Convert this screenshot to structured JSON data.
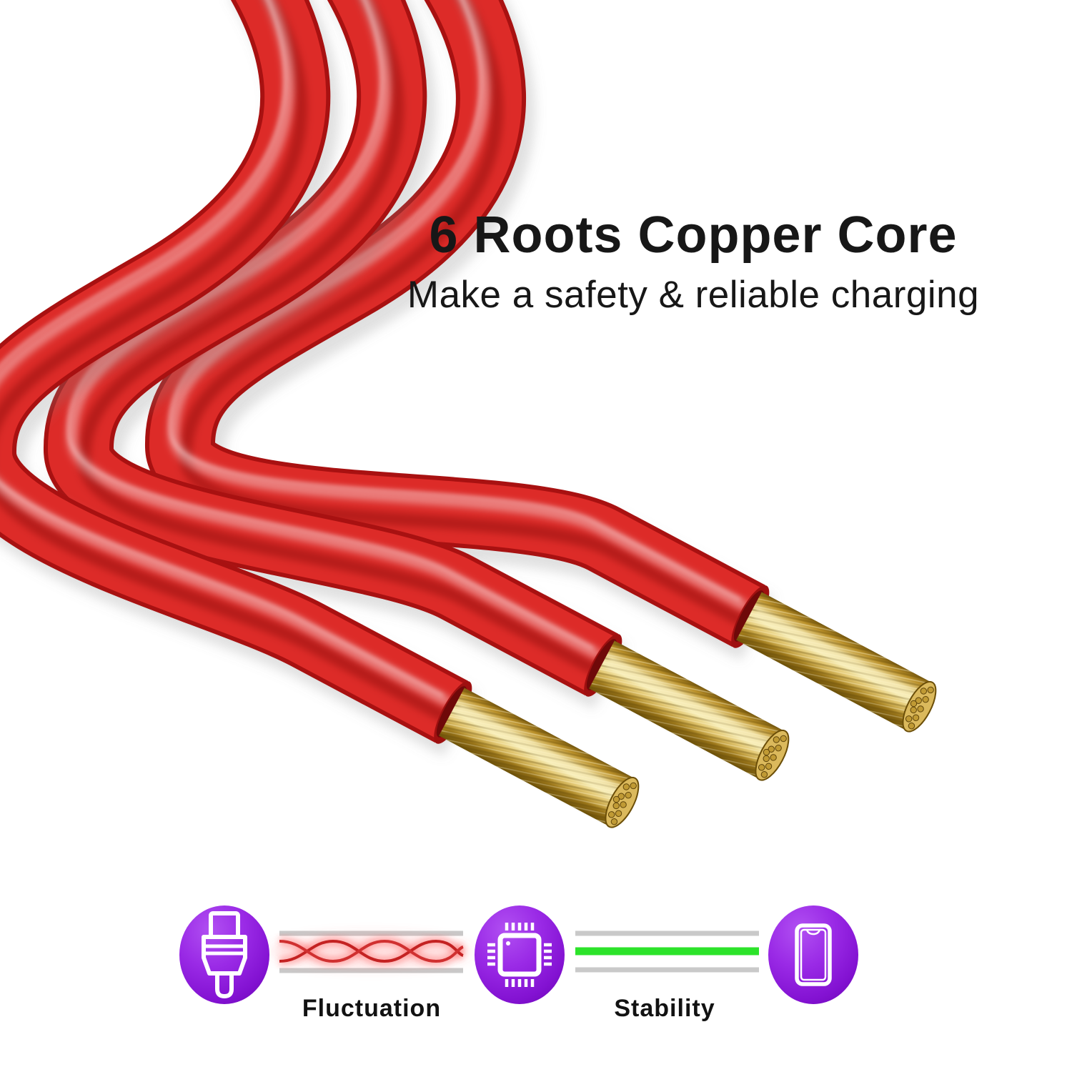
{
  "headline": {
    "title": "6 Roots Copper Core",
    "subtitle": "Make a safety & reliable charging"
  },
  "features": {
    "badges": [
      {
        "icon": "usb-plug-icon"
      },
      {
        "icon": "chip-icon"
      },
      {
        "icon": "smartphone-icon"
      }
    ],
    "fluctuation": {
      "label": "Fluctuation",
      "line_style": "red-crossing-waves"
    },
    "stability": {
      "label": "Stability",
      "line_style": "straight-green-line"
    }
  },
  "illustration": {
    "subject": "three red charging cables with stripped stranded copper cores",
    "cable_count": 3
  },
  "colors": {
    "background": "#ffffff",
    "cable_red": "#dd2b28",
    "cable_red_dark": "#a81111",
    "copper_gold": "#e8d48e",
    "copper_gold_dark": "#7c5c10",
    "badge_purple_light": "#b150f2",
    "badge_purple_dark": "#6c06b4",
    "wave_red": "#c62222",
    "rail_gray": "#c9c9c9",
    "stability_green": "#2ce32a",
    "text_black": "#171717"
  }
}
